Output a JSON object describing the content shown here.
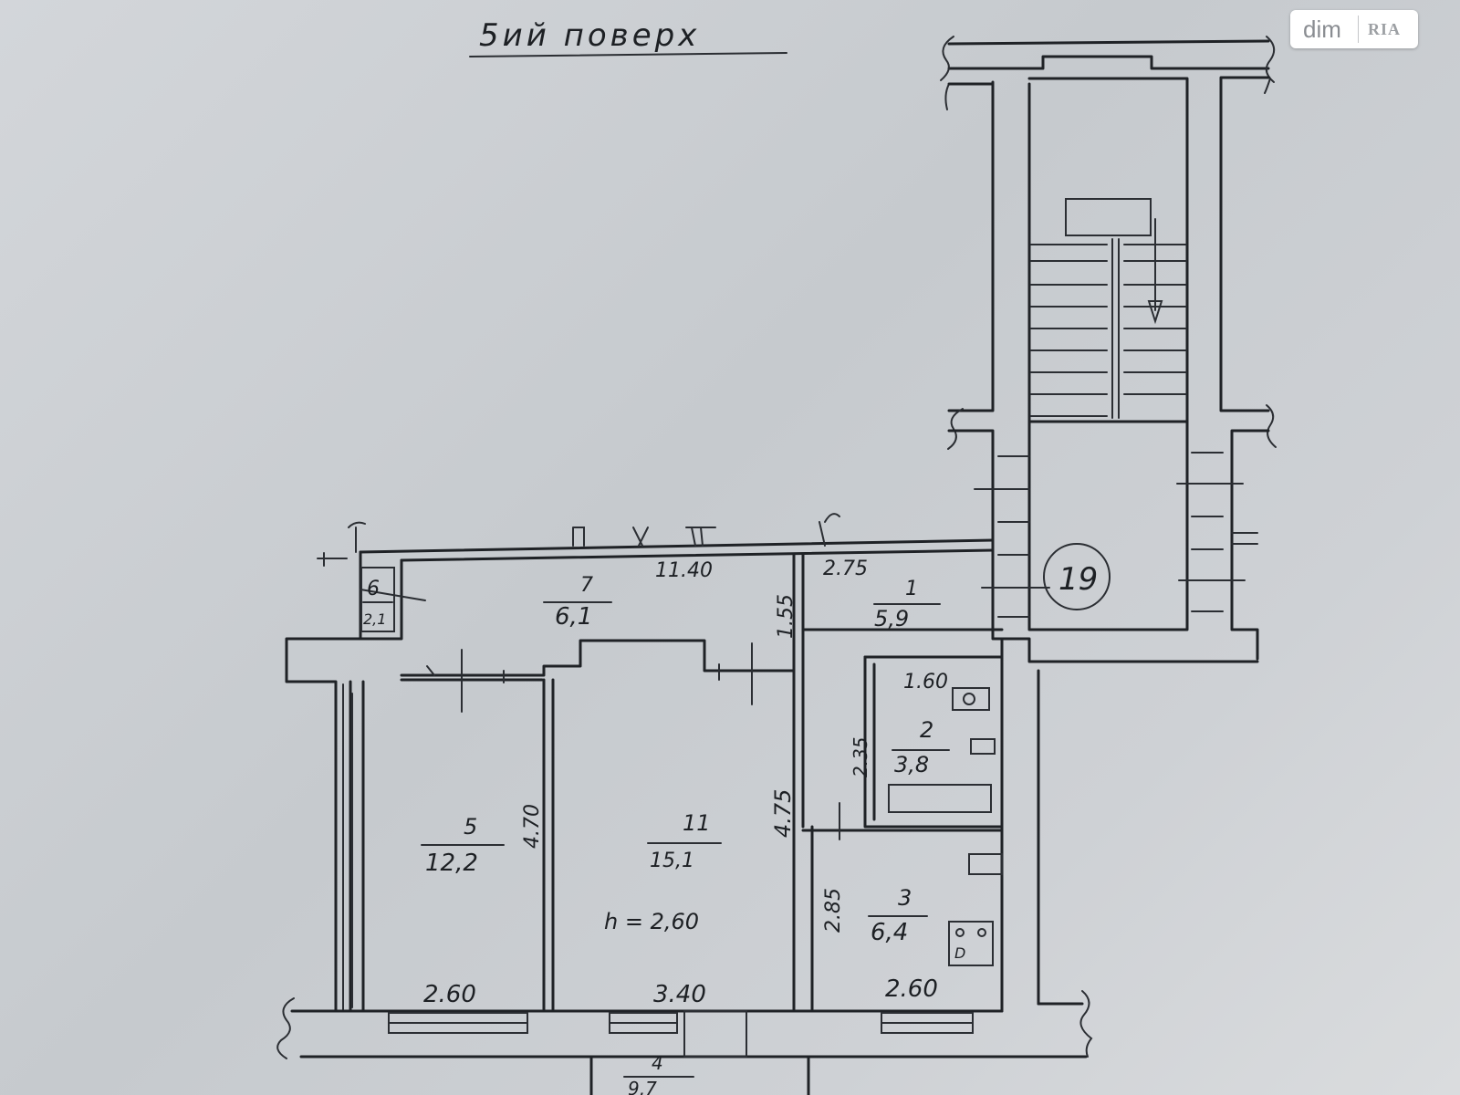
{
  "title": "5ий поверх",
  "watermark": {
    "left": "dim",
    "right": "RIA"
  },
  "rooms": [
    {
      "number": "1",
      "area": "5,9"
    },
    {
      "number": "2",
      "area": "3,8"
    },
    {
      "number": "3",
      "area": "6,4"
    },
    {
      "number": "4",
      "area": "9,7"
    },
    {
      "number": "5",
      "area": "12,2"
    },
    {
      "number": "6",
      "area": "2,1"
    },
    {
      "number": "7",
      "area": "6,1"
    },
    {
      "number": "11",
      "area": "15,1"
    }
  ],
  "stairwell_number": "19",
  "ceiling_height": "h = 2,60",
  "dimensions": {
    "corridor_length": "11.40",
    "corridor_width": "1.55",
    "room1_width": "2.75",
    "bathroom_width": "1.60",
    "bathroom_length": "2.35",
    "room5_length": "4.70",
    "room11_length": "4.75",
    "kitchen_length": "2.85",
    "room5_width": "2.60",
    "room11_width": "3.40",
    "kitchen_width": "2.60"
  },
  "fixture_labels": {
    "stove": "D"
  }
}
